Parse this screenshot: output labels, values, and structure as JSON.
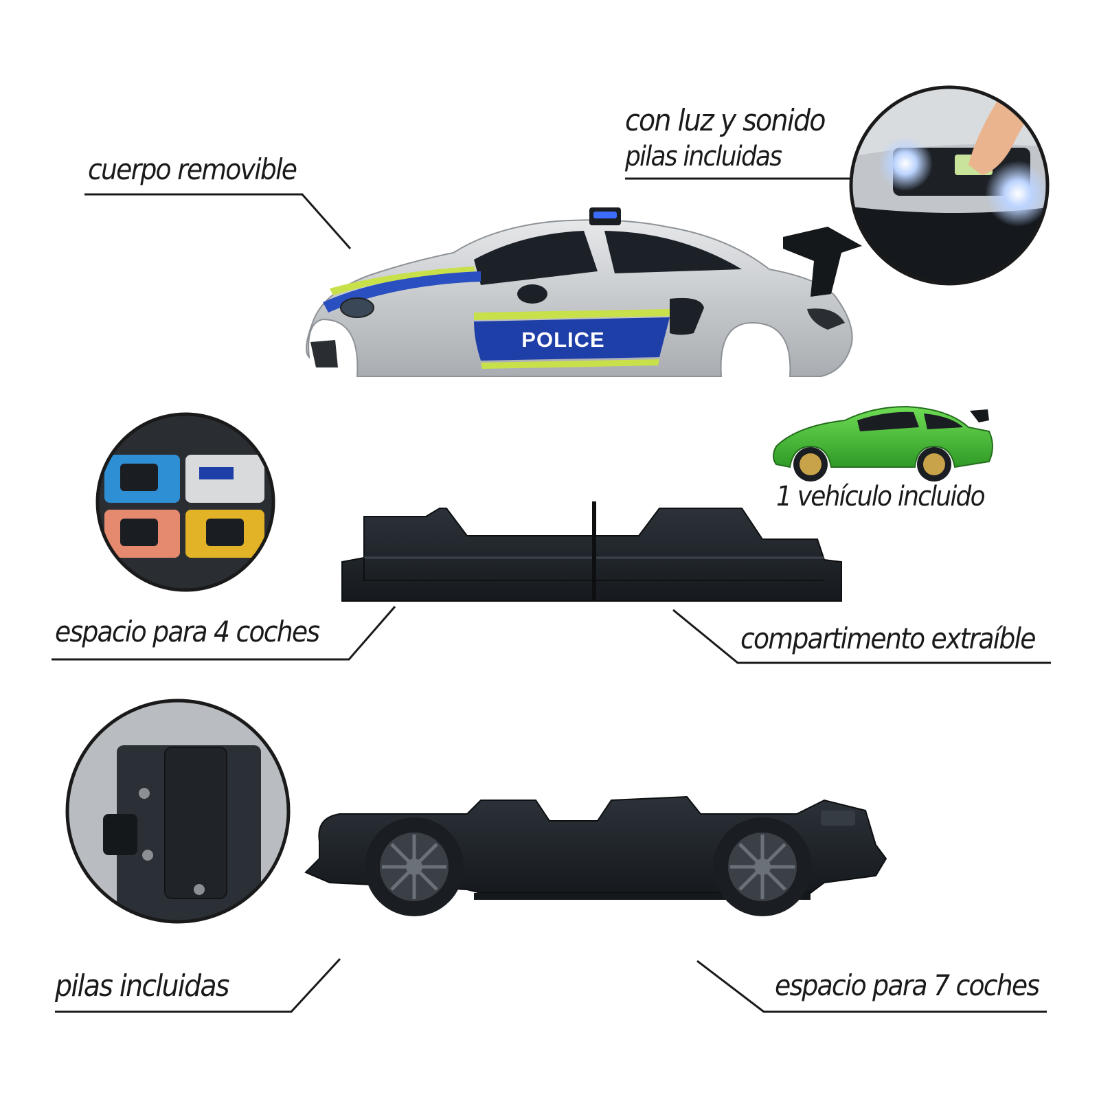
{
  "labels": {
    "cuerpo": "cuerpo removible",
    "luz_line1": "con luz y sonido",
    "luz_line2": "pilas incluidas",
    "vehiculo": "1 vehículo incluido",
    "espacio4": "espacio para 4 coches",
    "compartimento": "compartimento extraíble",
    "pilas": "pilas incluidas",
    "espacio7": "espacio para 7 coches"
  },
  "police_car": {
    "door_text": "POLICE"
  },
  "colors": {
    "silver": "#c9ccd0",
    "police_blue": "#1f3fa8",
    "police_lime": "#c8e04a",
    "green_car": "#4cc23a",
    "chassis": "#22272d",
    "wheel": "#1a1d21",
    "text": "#1a1a1a"
  },
  "icons": [
    "siren-light-icon",
    "finger-press-icon",
    "battery-cover-icon"
  ]
}
